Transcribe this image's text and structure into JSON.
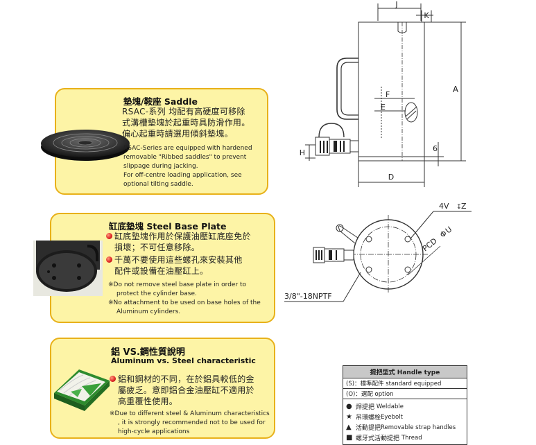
{
  "saddle": {
    "title": "墊塊/鞍座 Saddle",
    "zh": [
      "RSAC-系列 均配有高硬度可移除",
      "式溝槽墊塊於起重時具防滑作用。",
      "偏心起重時請選用傾斜墊塊。"
    ],
    "en": [
      "RSAC-Series are equipped with hardened",
      "removable \"Ribbed saddles\" to prevent",
      "slippage during jacking.",
      "For off-centre loading application, see",
      "optional tilting saddle."
    ]
  },
  "base_plate": {
    "title": "缸底墊塊 Steel Base Plate",
    "bullets": [
      [
        "缸底墊塊作用於保護油壓缸底座免於",
        "損壞；不可任意移除。"
      ],
      [
        "千萬不要使用這些螺孔來安裝其他",
        "配件或設備在油壓缸上。"
      ]
    ],
    "notes": [
      [
        "※Do not remove steel base plate in order to",
        "protect the cylinder base."
      ],
      [
        "※No attachment to be used on base holes of the",
        "Aluminum cylinders."
      ]
    ]
  },
  "alu_steel": {
    "title": "鋁 VS.鋼性質說明",
    "subtitle": "Aluminum vs. Steel characteristic",
    "bullet": [
      "鋁和鋼材的不同，在於鋁具較低的金",
      "屬疲乏。意即鋁合金油壓缸不適用於",
      "高重覆性使用。"
    ],
    "notes": [
      "※Due to different steel & Aluminum characteristics",
      ", it is strongly recommended not to be used for",
      "high-cycle applications"
    ]
  },
  "drawing": {
    "labels": {
      "j": "J",
      "k": "K",
      "a": "A",
      "f": "F",
      "e": "E",
      "h": "H",
      "six": "6",
      "d": "D",
      "vz": "4V",
      "vz_sym": "Z",
      "pcd": "PCD",
      "pcd_u": "U",
      "npt": "3/8\"-18NPTF"
    }
  },
  "handle_table": {
    "header": "提把型式 Handle type",
    "rows": [
      "(S)：標準配件 standard equipped",
      "(O)：選配 option"
    ],
    "items": [
      {
        "icon": "circle-icon",
        "zh": "焊提把",
        "en": "Weldable"
      },
      {
        "icon": "star-icon",
        "zh": "吊環螺栓",
        "en": "Eyebolt"
      },
      {
        "icon": "triangle-icon",
        "zh": "活動提把",
        "en": "Removable strap handles"
      },
      {
        "icon": "square-icon",
        "zh": "螺牙式活動提把",
        "en": "Thread"
      }
    ]
  }
}
